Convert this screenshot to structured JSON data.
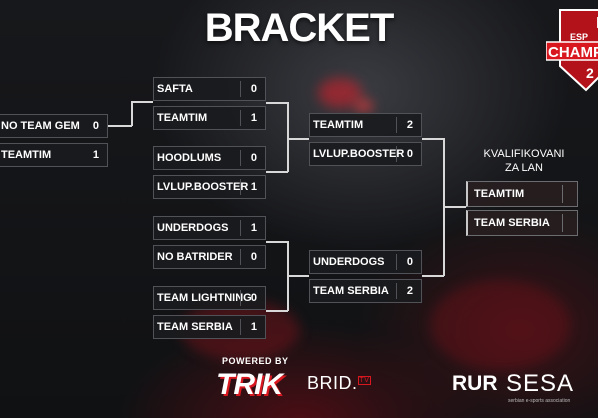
{
  "title": "BRACKET",
  "badge": {
    "line1": "I",
    "line2": "ESP",
    "line3": "CHAMP",
    "line4": "2"
  },
  "round1": [
    {
      "team": "SAFTA",
      "score": "0"
    },
    {
      "team": "TEAMTIM",
      "score": "1"
    },
    {
      "team": "HOODLUMS",
      "score": "0"
    },
    {
      "team": "LVLUP.BOOSTER",
      "score": "1"
    },
    {
      "team": "UNDERDOGS",
      "score": "1"
    },
    {
      "team": "NO BATRIDER",
      "score": "0"
    },
    {
      "team": "TEAM LIGHTNING",
      "score": "0"
    },
    {
      "team": "TEAM SERBIA",
      "score": "1"
    }
  ],
  "left_match": [
    {
      "team": "NO TEAM GEM",
      "score": "0"
    },
    {
      "team": "TEAMTIM",
      "score": "1"
    }
  ],
  "round2": [
    {
      "team": "TEAMTIM",
      "score": "2"
    },
    {
      "team": "LVLUP.BOOSTER",
      "score": "0"
    },
    {
      "team": "UNDERDOGS",
      "score": "0"
    },
    {
      "team": "TEAM SERBIA",
      "score": "2"
    }
  ],
  "qualified": {
    "label_line1": "KVALIFIKOVANI",
    "label_line2": "ZA LAN",
    "teams": [
      "TEAMTIM",
      "TEAM SERBIA"
    ]
  },
  "sponsors": {
    "powered_by": "POWERED BY",
    "trik": "TRIK",
    "brid": "BRID.",
    "brid_tv": "TV",
    "rur": "RUR",
    "sesa": "SESA",
    "sesa_sub": "serbian e-sports association"
  },
  "colors": {
    "accent": "#d8171f",
    "box_border": "#505257",
    "line": "#d8d8d8"
  }
}
